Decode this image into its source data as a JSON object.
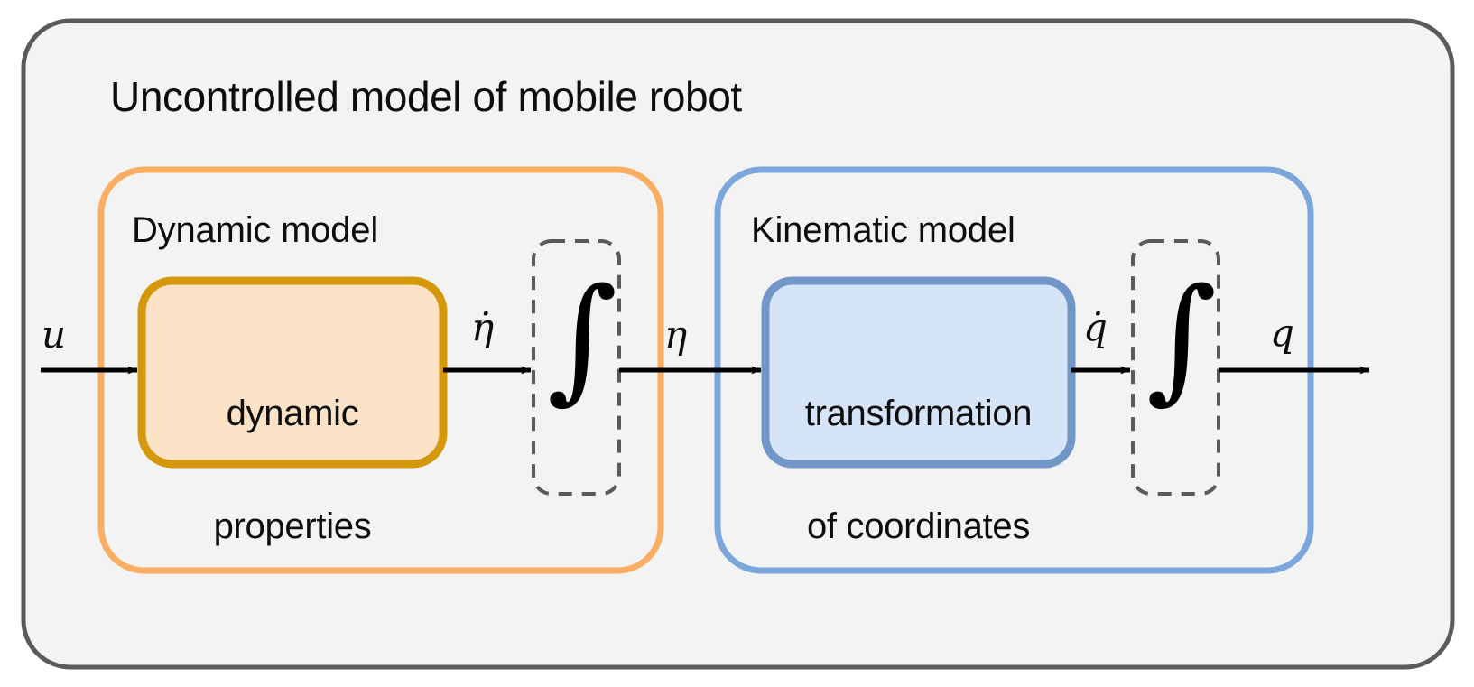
{
  "diagram": {
    "title": "Uncontrolled model of mobile robot",
    "type": "block-diagram",
    "colors": {
      "outer_border": "#5a5a5a",
      "outer_fill": "#f3f3f3",
      "dynamic_group_border": "#f9ae63",
      "kinematic_group_border": "#7ba7dd",
      "dynamic_block_border": "#d4980a",
      "dynamic_block_fill": "#fce2c6",
      "kinematic_block_border": "#7196c8",
      "kinematic_block_fill": "#d6e4f7",
      "integrator_border": "#5a5a5a",
      "arrow": "#000000"
    },
    "groups": [
      {
        "id": "dynamic",
        "label": "Dynamic model"
      },
      {
        "id": "kinematic",
        "label": "Kinematic model"
      }
    ],
    "blocks": [
      {
        "id": "dynamic-properties",
        "lines": [
          "dynamic",
          "properties"
        ],
        "group": "dynamic"
      },
      {
        "id": "transformation-of-coordinates",
        "lines": [
          "transformation",
          "of coordinates"
        ],
        "group": "kinematic"
      }
    ],
    "integrators": [
      {
        "id": "integrator-eta",
        "symbol": "∫",
        "group": "dynamic"
      },
      {
        "id": "integrator-q",
        "symbol": "∫",
        "group": "kinematic"
      }
    ],
    "signals": [
      {
        "id": "input-u",
        "label": "u"
      },
      {
        "id": "eta-dot",
        "label": "η̇"
      },
      {
        "id": "eta",
        "label": "η"
      },
      {
        "id": "q-dot",
        "label": "q̇"
      },
      {
        "id": "output-q",
        "label": "q"
      }
    ]
  }
}
